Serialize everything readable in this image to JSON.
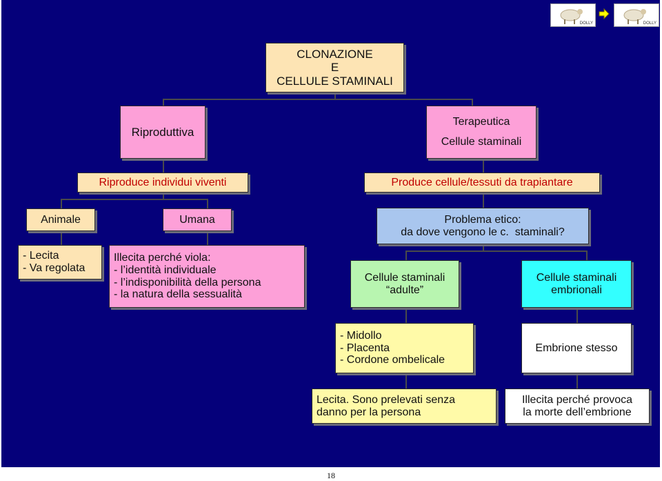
{
  "root": {
    "lines": [
      "CLONAZIONE",
      "E",
      "CELLULE STAMINALI"
    ]
  },
  "riproduttiva": {
    "title": "Riproduttiva",
    "desc": "Riproduce individui viventi"
  },
  "terapeutica": {
    "lines": [
      "Terapeutica",
      "Cellule staminali"
    ],
    "desc": "Produce cellule/tessuti da trapiantare"
  },
  "animale": {
    "label": "Animale",
    "detail": [
      "- Lecita",
      "- Va regolata"
    ]
  },
  "umana": {
    "label": "Umana",
    "detail": [
      "Illecita perché viola:",
      "- l’identità individuale",
      "- l’indisponibilità della persona",
      "- la natura della sessualità"
    ]
  },
  "problema": {
    "lines": [
      "Problema etico:",
      "da dove vengono le c.  staminali?"
    ]
  },
  "adulte": {
    "lines": [
      "Cellule staminali",
      "“adulte”"
    ],
    "sources": [
      "- Midollo",
      "- Placenta",
      "- Cordone ombelicale"
    ],
    "verdict": [
      "Lecita. Sono prelevati senza",
      "danno per la persona"
    ]
  },
  "embrionali": {
    "lines": [
      "Cellule staminali",
      "embrionali"
    ],
    "source": "Embrione stesso",
    "verdict": [
      "Illecita perché provoca",
      "la morte dell’embrione"
    ]
  },
  "logos": {
    "text": "DOLLY"
  },
  "page_number": "18"
}
